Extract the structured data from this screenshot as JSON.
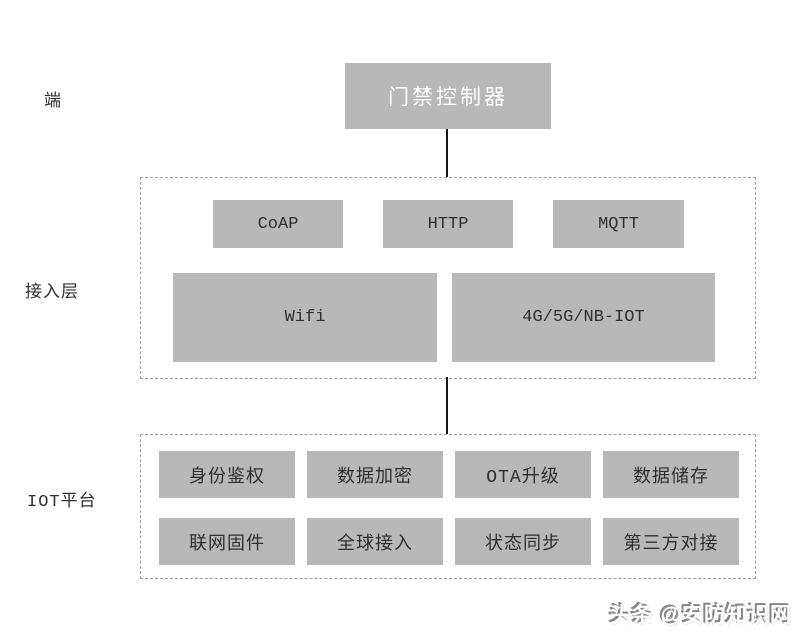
{
  "diagram": {
    "title_semantic": "门禁控制器 IOT 架构图",
    "tiers": {
      "device": "端",
      "access": "接入层",
      "platform": "IOT平台"
    },
    "device_box": {
      "label": "门禁控制器"
    },
    "access_layer": {
      "protocols": [
        "CoAP",
        "HTTP",
        "MQTT"
      ],
      "networks": [
        "Wifi",
        "4G/5G/NB-IOT"
      ]
    },
    "iot_platform": {
      "row1": [
        "身份鉴权",
        "数据加密",
        "OTA升级",
        "数据储存"
      ],
      "row2": [
        "联网固件",
        "全球接入",
        "状态同步",
        "第三方对接"
      ]
    }
  },
  "watermark": {
    "text": "头条 @安防知识网"
  },
  "colors": {
    "box_fill": "#b8b8b8",
    "box_text": "#2e2e2e",
    "device_box_text": "#ffffff",
    "dashed_border": "#9f9f9f",
    "connector_line": "#151515",
    "background": "#ffffff",
    "watermark_shadow": "#868686"
  }
}
